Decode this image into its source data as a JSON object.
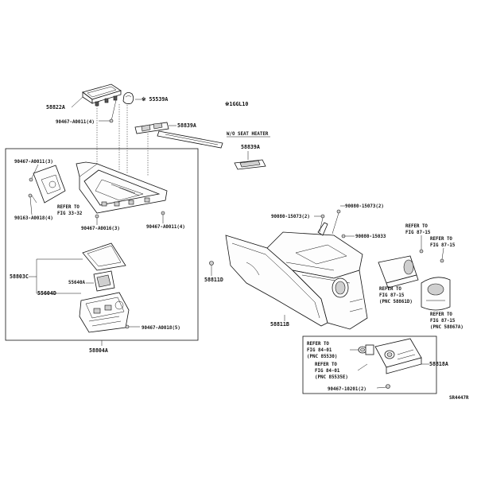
{
  "diagram_id": "SR4447R",
  "note_symbol": "※1GGL10",
  "labels": {
    "p58822A": "58822A",
    "bolt_90467_A0011_4_top": "90467-A0011(4)",
    "p55539A": "※ 55539A",
    "p58839A_top": "58839A",
    "seat_heater_note": "W/O SEAT HEATER",
    "p58839A_box": "58839A",
    "bolt_90467_A0011_3": "90467-A0011(3)",
    "bolt_90163_A0018_4": "90163-A0018(4)",
    "refer_fig_33_32_a": "REFER TO",
    "refer_fig_33_32_b": "FIG 33-32",
    "bolt_90467_A0016_3": "90467-A0016(3)",
    "bolt_90467_A0011_4_right": "90467-A0011(4)",
    "p58803C": "58803C",
    "p55640A": "55640A",
    "p55604D": "55604D",
    "bolt_90467_A0018_5": "90467-A0018(5)",
    "p58804A": "58804A",
    "clip_90080_15073_2_a": "90080-15073(2)",
    "clip_90080_15073_2_b": "90080-15073(2)",
    "clip_90080_15033": "90080-15033",
    "p58811D": "58811D",
    "p58811B": "58811B",
    "refer_fig_87_15_top_a": "REFER TO",
    "refer_fig_87_15_top_b": "FIG 87-15",
    "refer_fig_87_15_mid_a": "REFER TO",
    "refer_fig_87_15_mid_b": "FIG 87-15",
    "refer_58861D_a": "REFER TO",
    "refer_58861D_b": "FIG 87-15",
    "refer_58861D_c": "(PNC 58861D)",
    "refer_58867A_a": "REFER TO",
    "refer_58867A_b": "FIG 87-15",
    "refer_58867A_c": "(PNC 58867A)",
    "refer_85530_a": "REFER TO",
    "refer_85530_b": "FIG 84-01",
    "refer_85530_c": "(PNC 85530)",
    "refer_85535E_a": "REFER TO",
    "refer_85535E_b": "FIG 84-01",
    "refer_85535E_c": "(PNC 85535E)",
    "p58818A": "58818A",
    "bolt_90467_10201_2": "90467-10201(2)"
  }
}
